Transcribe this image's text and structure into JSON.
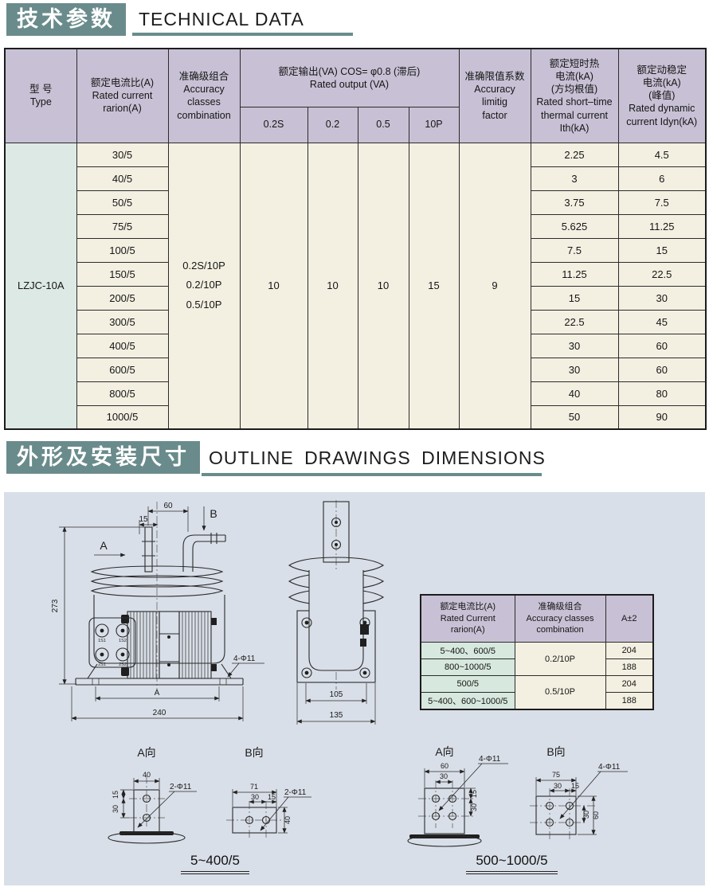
{
  "colors": {
    "accent_teal": "#6a8b8b",
    "table_header_bg": "#c8c1d5",
    "table_body_bg": "#f3f0e2",
    "type_column_bg": "#dde9e4",
    "dims_ratio_bg": "#d7e8de",
    "panel_bg": "#d9dfe8"
  },
  "sections": {
    "tech": {
      "zh": "技术参数",
      "en": "TECHNICAL DATA"
    },
    "outline": {
      "zh": "外形及安装尺寸",
      "en": "OUTLINE  DRAWINGS  DIMENSIONS"
    }
  },
  "main_table": {
    "header": {
      "type": "型 号\nType",
      "ratio": "额定电流比(A)\nRated current\nrarion(A)",
      "accuracy": "准确级组合\nAccuracy\nclasses\ncombination",
      "output_group": "额定输出(VA) COS= φ0.8 (滞后)\nRated output (VA)",
      "output_cols": [
        "0.2S",
        "0.2",
        "0.5",
        "10P"
      ],
      "alf": "准确限值系数\nAccuracy\nlimitig\nfactor",
      "ith": "额定短时热\n电流(kA)\n(方均根值)\nRated short–time\nthermal current\nIth(kA)",
      "idyn": "额定动稳定\n电流(kA)\n(峰值)\nRated dynamic\ncurrent Idyn(kA)"
    },
    "type_value": "LZJC-10A",
    "accuracy_value": "0.2S/10P\n0.2/10P\n0.5/10P",
    "output_values": [
      "10",
      "10",
      "10",
      "15"
    ],
    "alf_value": "9",
    "rows": [
      {
        "ratio": "30/5",
        "ith": "2.25",
        "idyn": "4.5"
      },
      {
        "ratio": "40/5",
        "ith": "3",
        "idyn": "6"
      },
      {
        "ratio": "50/5",
        "ith": "3.75",
        "idyn": "7.5"
      },
      {
        "ratio": "75/5",
        "ith": "5.625",
        "idyn": "11.25"
      },
      {
        "ratio": "100/5",
        "ith": "7.5",
        "idyn": "15"
      },
      {
        "ratio": "150/5",
        "ith": "11.25",
        "idyn": "22.5"
      },
      {
        "ratio": "200/5",
        "ith": "15",
        "idyn": "30"
      },
      {
        "ratio": "300/5",
        "ith": "22.5",
        "idyn": "45"
      },
      {
        "ratio": "400/5",
        "ith": "30",
        "idyn": "60"
      },
      {
        "ratio": "600/5",
        "ith": "30",
        "idyn": "60"
      },
      {
        "ratio": "800/5",
        "ith": "40",
        "idyn": "80"
      },
      {
        "ratio": "1000/5",
        "ith": "50",
        "idyn": "90"
      }
    ]
  },
  "dims_table": {
    "header": {
      "ratio": "额定电流比(A)\nRated Current\nrarion(A)",
      "accuracy": "准确级组合\nAccuracy classes\ncombination",
      "a": "A±2"
    },
    "accuracy_values": [
      "0.2/10P",
      "0.5/10P"
    ],
    "rows": [
      {
        "ratio": "5~400、600/5",
        "a": "204"
      },
      {
        "ratio": "800~1000/5",
        "a": "188"
      },
      {
        "ratio": "500/5",
        "a": "204"
      },
      {
        "ratio": "5~400、600~1000/5",
        "a": "188"
      }
    ]
  },
  "drawings": {
    "front": {
      "dim_60": "60",
      "dim_15": "15",
      "label_a": "A",
      "label_b": "B",
      "dim_273": "273",
      "holes": "4-Φ11",
      "dim_a": "A",
      "dim_240": "240",
      "t1": "1S1",
      "t2": "1S2",
      "t3": "2S1",
      "t4": "2S2"
    },
    "side": {
      "dim_105": "105",
      "dim_135": "135"
    },
    "view_a1": {
      "title": "A向",
      "dim_40": "40",
      "dim_15": "15",
      "dim_30": "30",
      "holes": "2-Φ11"
    },
    "view_b1": {
      "title": "B向",
      "dim_71": "71",
      "dim_30": "30",
      "dim_15": "15",
      "holes": "2-Φ11",
      "dim_40": "40"
    },
    "caption1": "5~400/5",
    "view_a2": {
      "title": "A向",
      "dim_60": "60",
      "dim_30": "30",
      "holes": "4-Φ11",
      "dim_15": "15",
      "dim_30b": "30"
    },
    "view_b2": {
      "title": "B向",
      "dim_75": "75",
      "dim_30": "30",
      "dim_15": "15",
      "holes": "4-Φ11",
      "dim_30b": "30",
      "dim_60": "60"
    },
    "caption2": "500~1000/5"
  }
}
